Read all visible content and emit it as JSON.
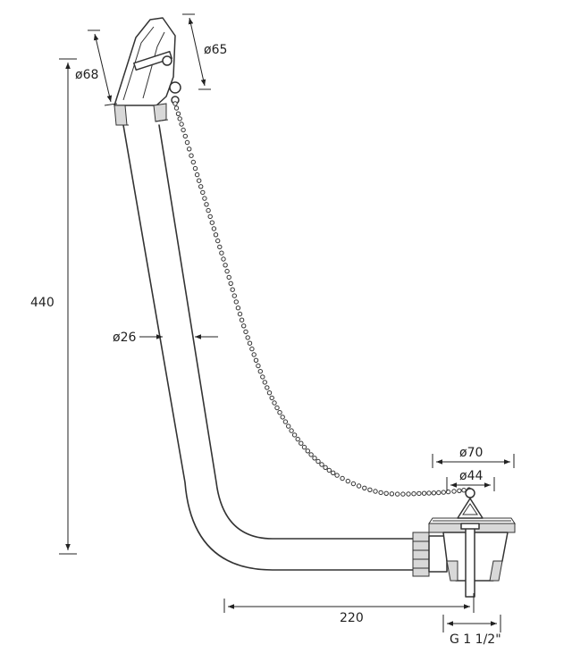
{
  "dimensions": {
    "overflow_outer_diameter": "ø68",
    "overflow_inner_diameter": "ø65",
    "total_height": "440",
    "pipe_diameter": "ø26",
    "waste_outer_diameter": "ø70",
    "plug_diameter": "ø44",
    "horizontal_length": "220",
    "thread_size": "G 1 1/2\""
  },
  "colors": {
    "line": "#333333",
    "hatch": "#d8d8d8",
    "background": "#ffffff"
  }
}
